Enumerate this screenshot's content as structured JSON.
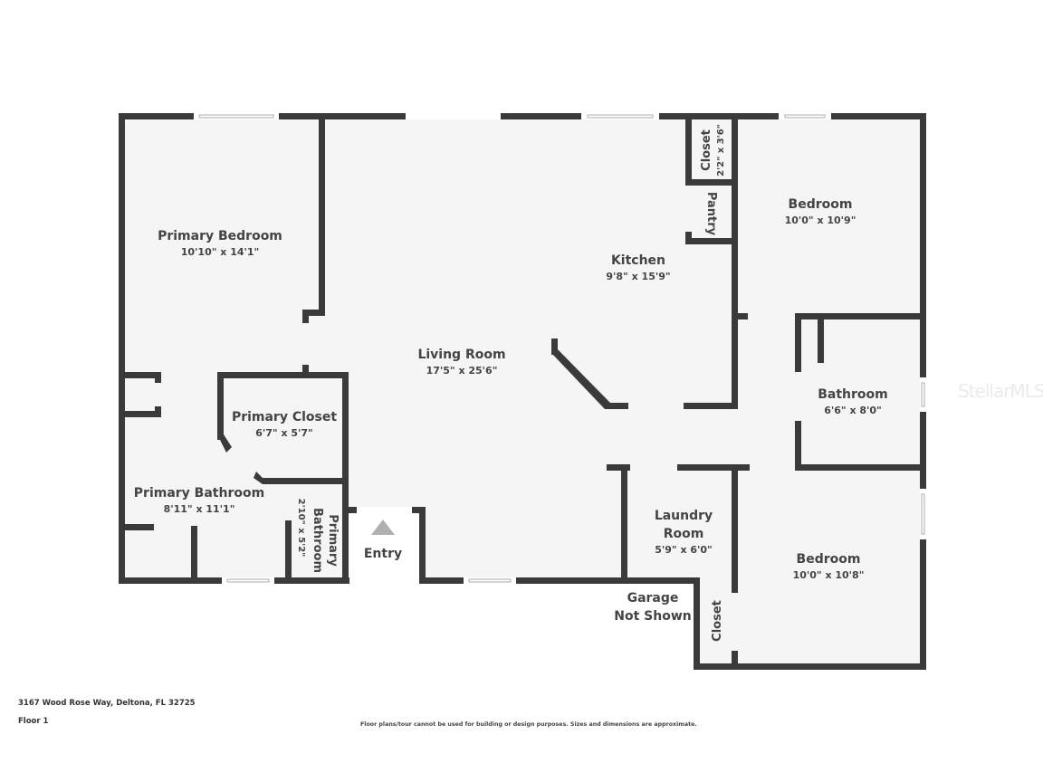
{
  "plan": {
    "address": "3167 Wood Rose Way, Deltona, FL 32725",
    "floor": "Floor 1",
    "disclaimer": "Floor plans/tour cannot be used for building or design purposes. Sizes and dimensions are approximate.",
    "watermark": "StellarMLS",
    "colors": {
      "wall": "#3a3a3a",
      "floor": "#f5f5f5",
      "text": "#444444",
      "entry_arrow": "#b0b0b0"
    }
  },
  "rooms": {
    "primary_bedroom": {
      "name": "Primary Bedroom",
      "dims": "10'10\" x 14'1\""
    },
    "living_room": {
      "name": "Living Room",
      "dims": "17'5\" x 25'6\""
    },
    "kitchen": {
      "name": "Kitchen",
      "dims": "9'8\" x 15'9\""
    },
    "closet_top": {
      "name": "Closet",
      "dims": "2'2\" x 3'6\""
    },
    "pantry": {
      "name": "Pantry"
    },
    "bedroom_top": {
      "name": "Bedroom",
      "dims": "10'0\" x 10'9\""
    },
    "bathroom": {
      "name": "Bathroom",
      "dims": "6'6\" x 8'0\""
    },
    "primary_closet": {
      "name": "Primary Closet",
      "dims": "6'7\" x 5'7\""
    },
    "primary_bathroom": {
      "name": "Primary Bathroom",
      "dims": "8'11\" x 11'1\""
    },
    "primary_bathroom_small": {
      "name_line1": "Primary",
      "name_line2": "Bathroom",
      "dims": "2'10\" x 5'2\""
    },
    "entry": {
      "name": "Entry"
    },
    "laundry": {
      "name_line1": "Laundry",
      "name_line2": "Room",
      "dims": "5'9\" x 6'0\""
    },
    "bedroom_bottom": {
      "name": "Bedroom",
      "dims": "10'0\" x 10'8\""
    },
    "closet_bottom": {
      "name": "Closet"
    },
    "garage": {
      "line1": "Garage",
      "line2": "Not Shown"
    }
  }
}
